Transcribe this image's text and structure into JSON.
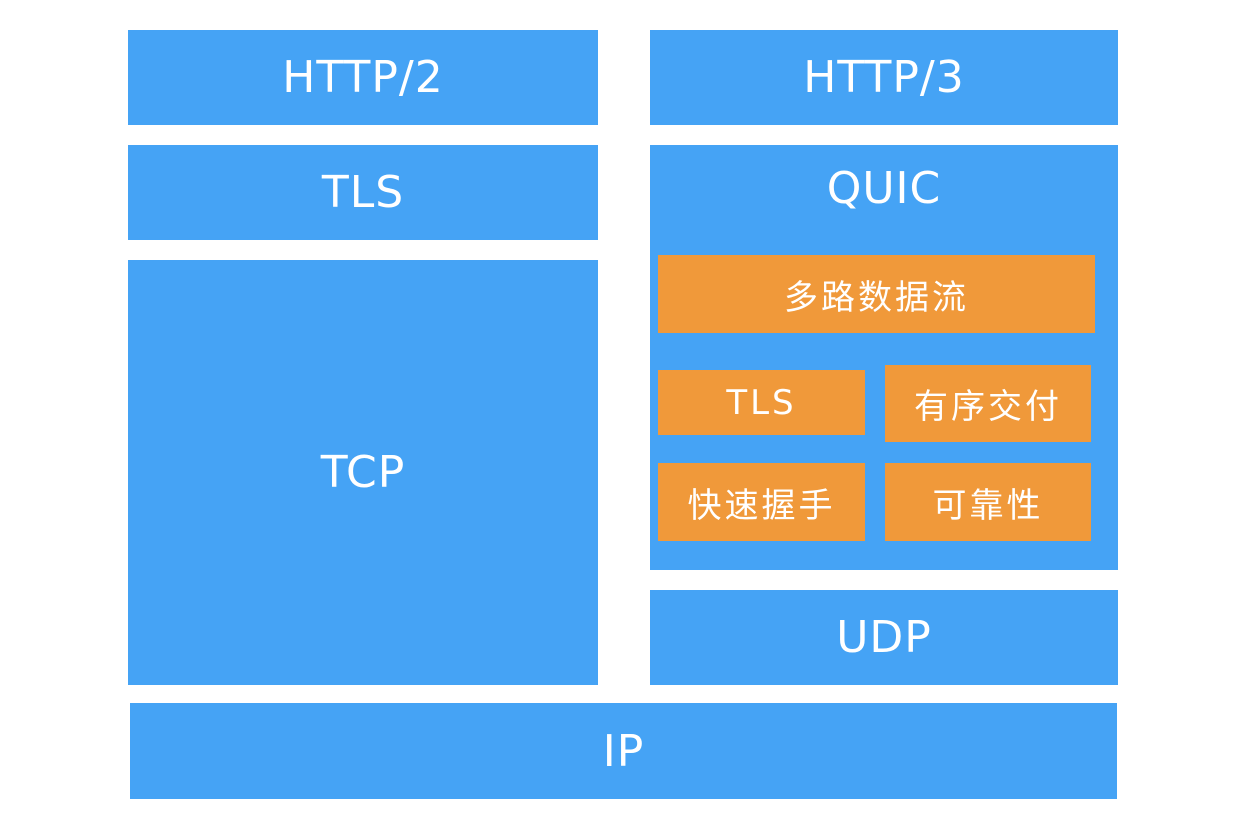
{
  "layers": {
    "http2": "HTTP/2",
    "http3": "HTTP/3",
    "tls_left": "TLS",
    "quic": "QUIC",
    "tcp": "TCP",
    "udp": "UDP",
    "ip": "IP"
  },
  "quic_features": {
    "multiplexed_streams": "多路数据流",
    "tls": "TLS",
    "ordered_delivery": "有序交付",
    "fast_handshake": "快速握手",
    "reliability": "可靠性"
  },
  "colors": {
    "layer_blue": "#45a3f5",
    "feature_orange": "#f0993a",
    "background": "#ffffff",
    "text": "#ffffff"
  }
}
